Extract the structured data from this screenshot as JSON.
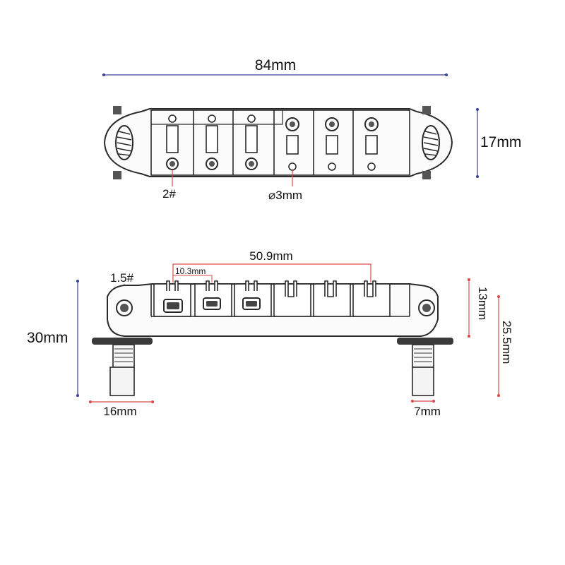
{
  "top_view": {
    "width_label": "84mm",
    "height_label": "17mm",
    "screw_label": "2#",
    "hole_label": "⌀3mm"
  },
  "side_view": {
    "span_label": "50.9mm",
    "saddle_label": "10.3mm",
    "screw_label": "1.5#",
    "total_height_label": "30mm",
    "body_height_label": "13mm",
    "post_height_label": "25.5mm",
    "post_width_label": "16mm",
    "post_diameter_label": "7mm"
  },
  "colors": {
    "blue_line": "#3b3f99",
    "red_line": "#d94a4a",
    "outline": "#2a2a2a",
    "metal_fill": "#f7f7f7",
    "dark_metal": "#3a3a3a"
  }
}
